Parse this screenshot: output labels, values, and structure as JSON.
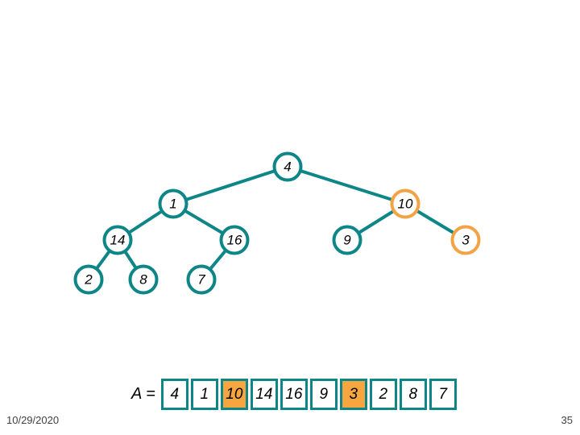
{
  "slide": {
    "date": "10/29/2020",
    "slide_number": "35"
  },
  "colors": {
    "teal": "#0e8688",
    "orange": "#f2a346",
    "highlight_fill": "#f6a53f",
    "node_fill": "#ffffff",
    "node_text": "#000000",
    "footer_text": "#404040"
  },
  "tree": {
    "nodes": [
      {
        "value": "4",
        "highlighted": false
      },
      {
        "value": "1",
        "highlighted": false
      },
      {
        "value": "10",
        "highlighted": true
      },
      {
        "value": "14",
        "highlighted": false
      },
      {
        "value": "16",
        "highlighted": false
      },
      {
        "value": "9",
        "highlighted": false
      },
      {
        "value": "3",
        "highlighted": true
      },
      {
        "value": "2",
        "highlighted": false
      },
      {
        "value": "8",
        "highlighted": false
      },
      {
        "value": "7",
        "highlighted": false
      }
    ],
    "edges": [
      [
        0,
        1
      ],
      [
        0,
        2
      ],
      [
        1,
        3
      ],
      [
        1,
        4
      ],
      [
        2,
        5
      ],
      [
        2,
        6
      ],
      [
        3,
        7
      ],
      [
        3,
        8
      ],
      [
        4,
        9
      ]
    ]
  },
  "array": {
    "label": "A =",
    "cells": [
      {
        "value": "4",
        "highlighted": false
      },
      {
        "value": "1",
        "highlighted": false
      },
      {
        "value": "10",
        "highlighted": true
      },
      {
        "value": "14",
        "highlighted": false
      },
      {
        "value": "16",
        "highlighted": false
      },
      {
        "value": "9",
        "highlighted": false
      },
      {
        "value": "3",
        "highlighted": true
      },
      {
        "value": "2",
        "highlighted": false
      },
      {
        "value": "8",
        "highlighted": false
      },
      {
        "value": "7",
        "highlighted": false
      }
    ]
  }
}
